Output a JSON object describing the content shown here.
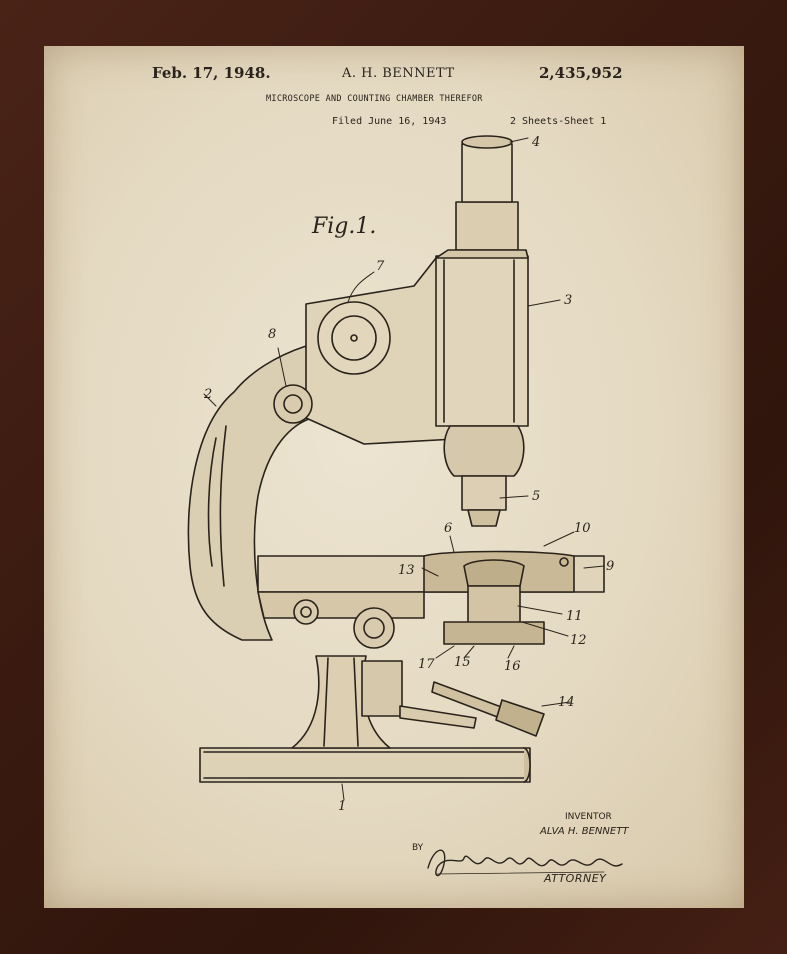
{
  "patent": {
    "date": "Feb. 17, 1948.",
    "inventor_header": "A. H. BENNETT",
    "number": "2,435,952",
    "title": "MICROSCOPE AND COUNTING CHAMBER THEREFOR",
    "filed": "Filed June 16, 1943",
    "sheets": "2 Sheets-Sheet 1",
    "figure_label": "Fig.1."
  },
  "reference_numerals": [
    "1",
    "2",
    "3",
    "4",
    "5",
    "6",
    "7",
    "8",
    "9",
    "10",
    "11",
    "12",
    "13",
    "14",
    "15",
    "16",
    "17"
  ],
  "signature_block": {
    "inventor_label": "INVENTOR",
    "inventor_name": "ALVA H. BENNETT",
    "by": "BY",
    "signature": "Raymond A. Paquin",
    "attorney": "ATTORNEY"
  },
  "colors": {
    "frame": "#3a1a10",
    "paper": "#e6dcc6",
    "ink": "#2a231b"
  }
}
